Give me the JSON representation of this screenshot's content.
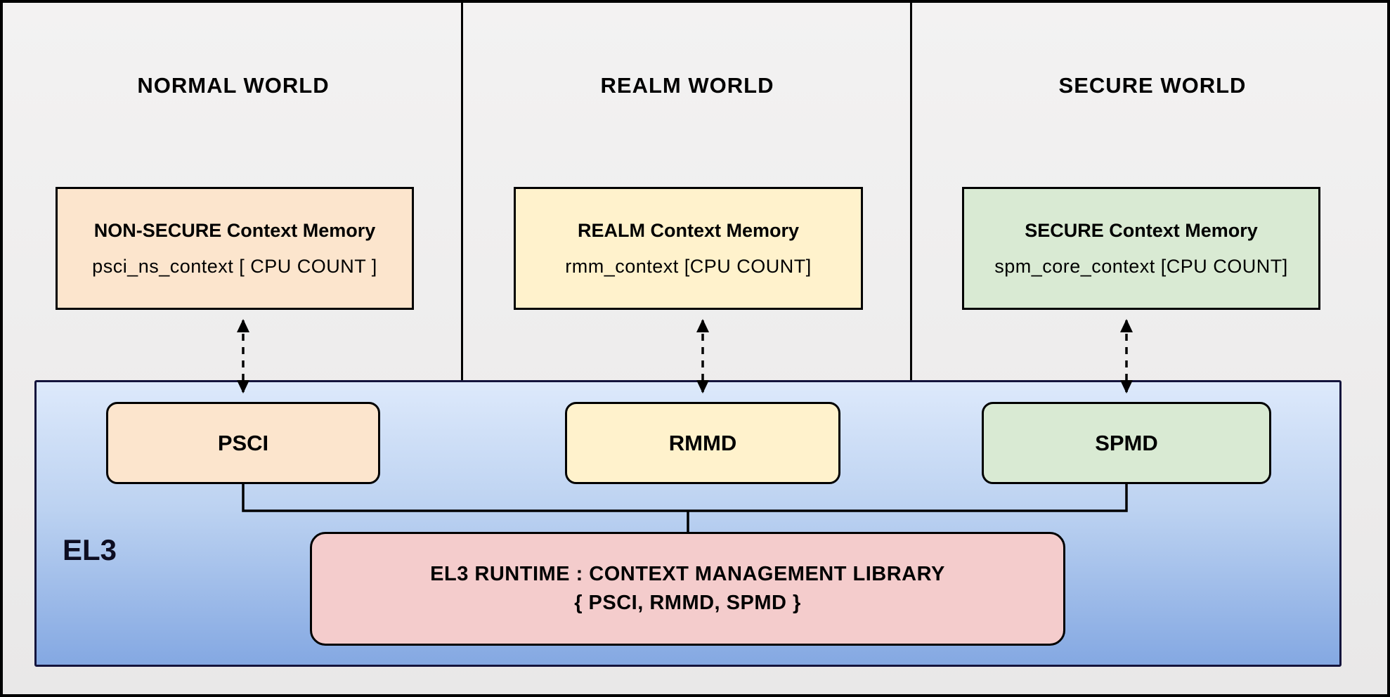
{
  "diagram": {
    "worlds": [
      {
        "title": "NORMAL WORLD",
        "memory_title": "NON-SECURE Context Memory",
        "memory_value": "psci_ns_context  [ CPU COUNT ]",
        "component": "PSCI",
        "color": "#fce5cd"
      },
      {
        "title": "REALM WORLD",
        "memory_title": "REALM Context Memory",
        "memory_value": "rmm_context [CPU COUNT]",
        "component": "RMMD",
        "color": "#fff2cc"
      },
      {
        "title": "SECURE WORLD",
        "memory_title": "SECURE Context Memory",
        "memory_value": "spm_core_context  [CPU COUNT]",
        "component": "SPMD",
        "color": "#d9ead3"
      }
    ],
    "el3": {
      "label": "EL3",
      "runtime_line1": "EL3 RUNTIME : CONTEXT MANAGEMENT LIBRARY",
      "runtime_line2": "{ PSCI, RMMD, SPMD }"
    },
    "colors": {
      "normal_world": "#fce5cd",
      "realm_world": "#fff2cc",
      "secure_world": "#d9ead3",
      "runtime": "#f4cccc",
      "el3_gradient_top": "#dde9fb",
      "el3_gradient_bottom": "#84a8e2",
      "background": "#f0efef",
      "line": "#000000"
    }
  }
}
